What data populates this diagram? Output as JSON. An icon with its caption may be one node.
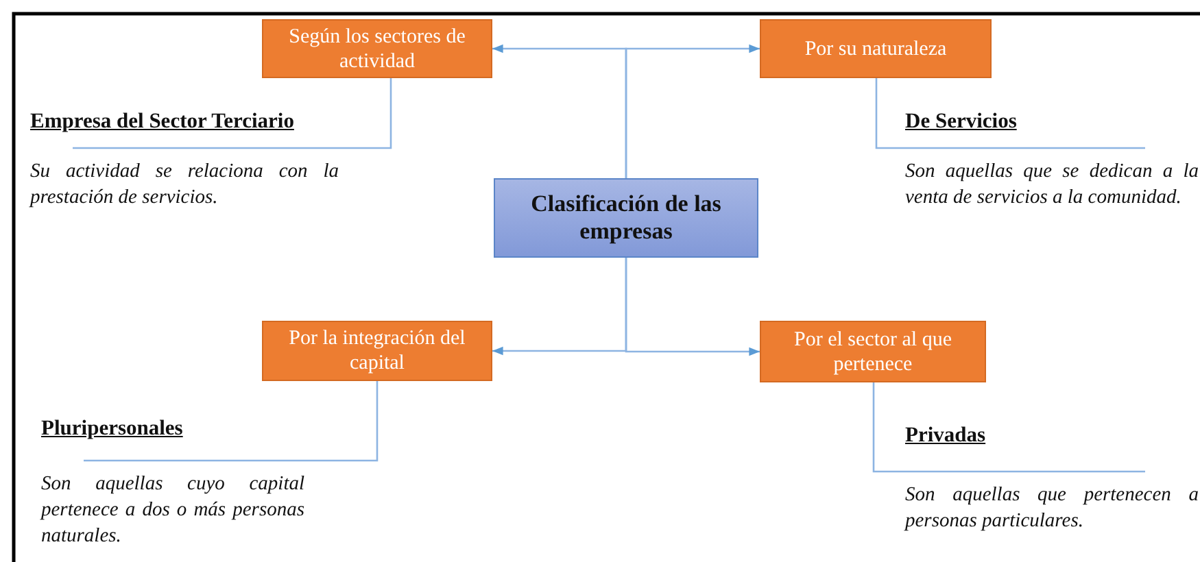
{
  "diagram": {
    "nodes": [
      {
        "text": [
          "Clasificación de las empresas"
        ]
      },
      {
        "text": [
          "Según los sectores de actividad"
        ]
      },
      {
        "text": [
          "Por su naturaleza"
        ]
      },
      {
        "text": [
          "Por la integración del capital"
        ]
      },
      {
        "text": [
          "Por el sector al que pertenece"
        ]
      },
      {
        "text": [
          "Empresa del Sector Terciario",
          "Su actividad se relaciona con la prestación de servicios."
        ]
      },
      {
        "text": [
          "De Servicios",
          "Son aquellas que se dedican a la venta de servicios a la comunidad."
        ]
      },
      {
        "text": [
          "Pluripersonales",
          "Son aquellas cuyo capital pertenece a dos o más personas naturales."
        ]
      },
      {
        "text": [
          "Privadas",
          "Son aquellas que pertenecen a personas particulares."
        ]
      }
    ],
    "edges": [
      {
        "from": 0,
        "to": 1,
        "arrow": "to"
      },
      {
        "from": 0,
        "to": 2,
        "arrow": "to"
      },
      {
        "from": 0,
        "to": 3,
        "arrow": "to"
      },
      {
        "from": 0,
        "to": 4,
        "arrow": "to"
      },
      {
        "from": 1,
        "to": 5,
        "arrow": "none"
      },
      {
        "from": 2,
        "to": 6,
        "arrow": "none"
      },
      {
        "from": 3,
        "to": 7,
        "arrow": "none"
      },
      {
        "from": 4,
        "to": 8,
        "arrow": "none"
      }
    ]
  }
}
